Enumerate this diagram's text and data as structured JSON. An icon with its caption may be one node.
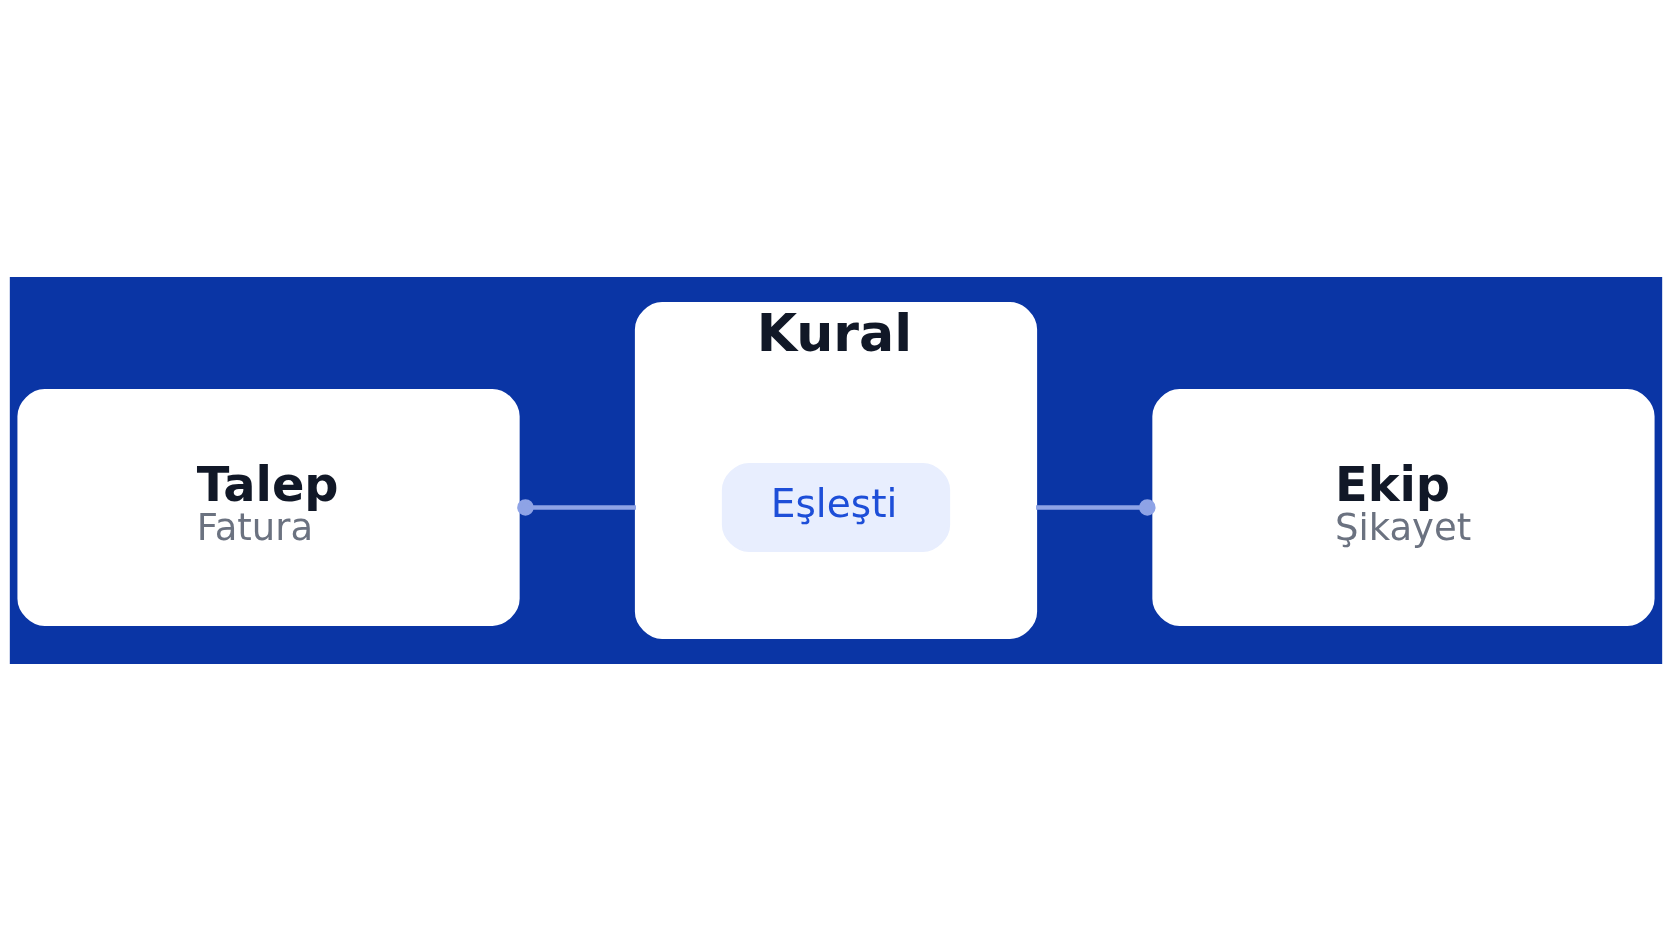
{
  "diagram": {
    "nodes": [
      {
        "text": [
          "Talep",
          "Fatura"
        ]
      },
      {
        "text": [
          "Kural"
        ]
      },
      {
        "text": [
          "Eşleşti"
        ],
        "in": 1
      },
      {
        "text": [
          "Ekip",
          "Şikayet"
        ]
      }
    ],
    "edges": [
      {
        "from": 0,
        "to": 1,
        "arrow": "other"
      },
      {
        "from": 1,
        "to": 3,
        "arrow": "other"
      }
    ]
  }
}
